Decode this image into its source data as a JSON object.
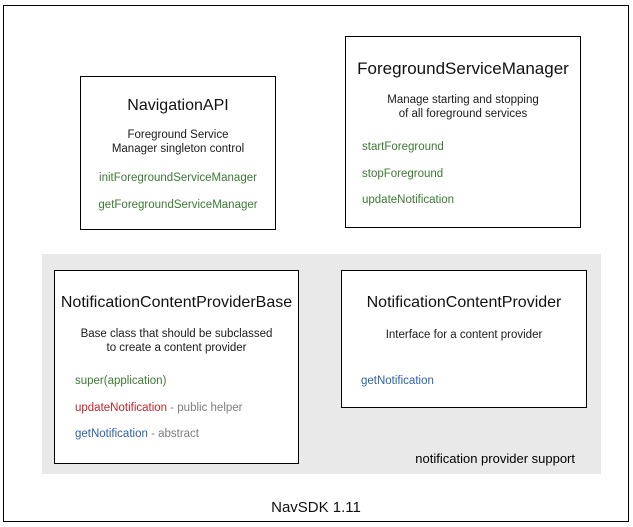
{
  "diagram": {
    "caption": "NavSDK 1.11",
    "group": {
      "label": "notification provider support",
      "background": "#e9e9e9"
    },
    "colors": {
      "green": "#3b7a33",
      "red": "#c8232a",
      "blue": "#2e62a8",
      "note_gray": "#7d7d7d",
      "border": "#000000"
    },
    "boxes": {
      "navigation_api": {
        "title": "NavigationAPI",
        "desc_line1": "Foreground Service",
        "desc_line2": "Manager singleton control",
        "members": [
          {
            "name": "initForegroundServiceManager",
            "color": "green",
            "note": ""
          },
          {
            "name": "getForegroundServiceManager",
            "color": "green",
            "note": ""
          }
        ]
      },
      "foreground_service_manager": {
        "title": "ForegroundServiceManager",
        "desc_line1": "Manage starting and stopping",
        "desc_line2": "of all foreground services",
        "members": [
          {
            "name": "startForeground",
            "color": "green",
            "note": ""
          },
          {
            "name": "stopForeground",
            "color": "green",
            "note": ""
          },
          {
            "name": "updateNotification",
            "color": "green",
            "note": ""
          }
        ]
      },
      "notification_content_provider_base": {
        "title": "NotificationContentProviderBase",
        "desc_line1": "Base class that should be subclassed",
        "desc_line2": "to create a content provider",
        "members": [
          {
            "name": "super(application)",
            "color": "green",
            "note": ""
          },
          {
            "name": "updateNotification",
            "color": "red",
            "note": " - public helper"
          },
          {
            "name": "getNotification",
            "color": "blue",
            "note": " - abstract"
          }
        ]
      },
      "notification_content_provider": {
        "title": "NotificationContentProvider",
        "desc_line1": "Interface for a content provider",
        "desc_line2": "",
        "members": [
          {
            "name": "getNotification",
            "color": "blue",
            "note": ""
          }
        ]
      }
    }
  }
}
